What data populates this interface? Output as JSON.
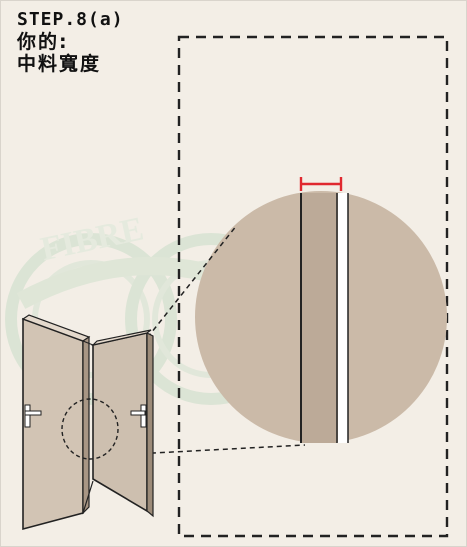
{
  "step": {
    "label": "STEP.8(a)",
    "subtitle": "你的:",
    "title": "中料寬度"
  },
  "watermark": {
    "text": "FIBRE",
    "color": "#c9dcc8"
  },
  "colors": {
    "background": "#f3eee6",
    "magnifier": "#cbbaa8",
    "door_panel": "#cdbfaf",
    "door_edge": "#3a3a3a",
    "mullion_fill": "#bcaa98",
    "measure_red": "#e0282f",
    "dashed_stroke": "#222222"
  },
  "icons": {
    "measure": "width-measure-icon",
    "handle": "door-handle-icon"
  }
}
